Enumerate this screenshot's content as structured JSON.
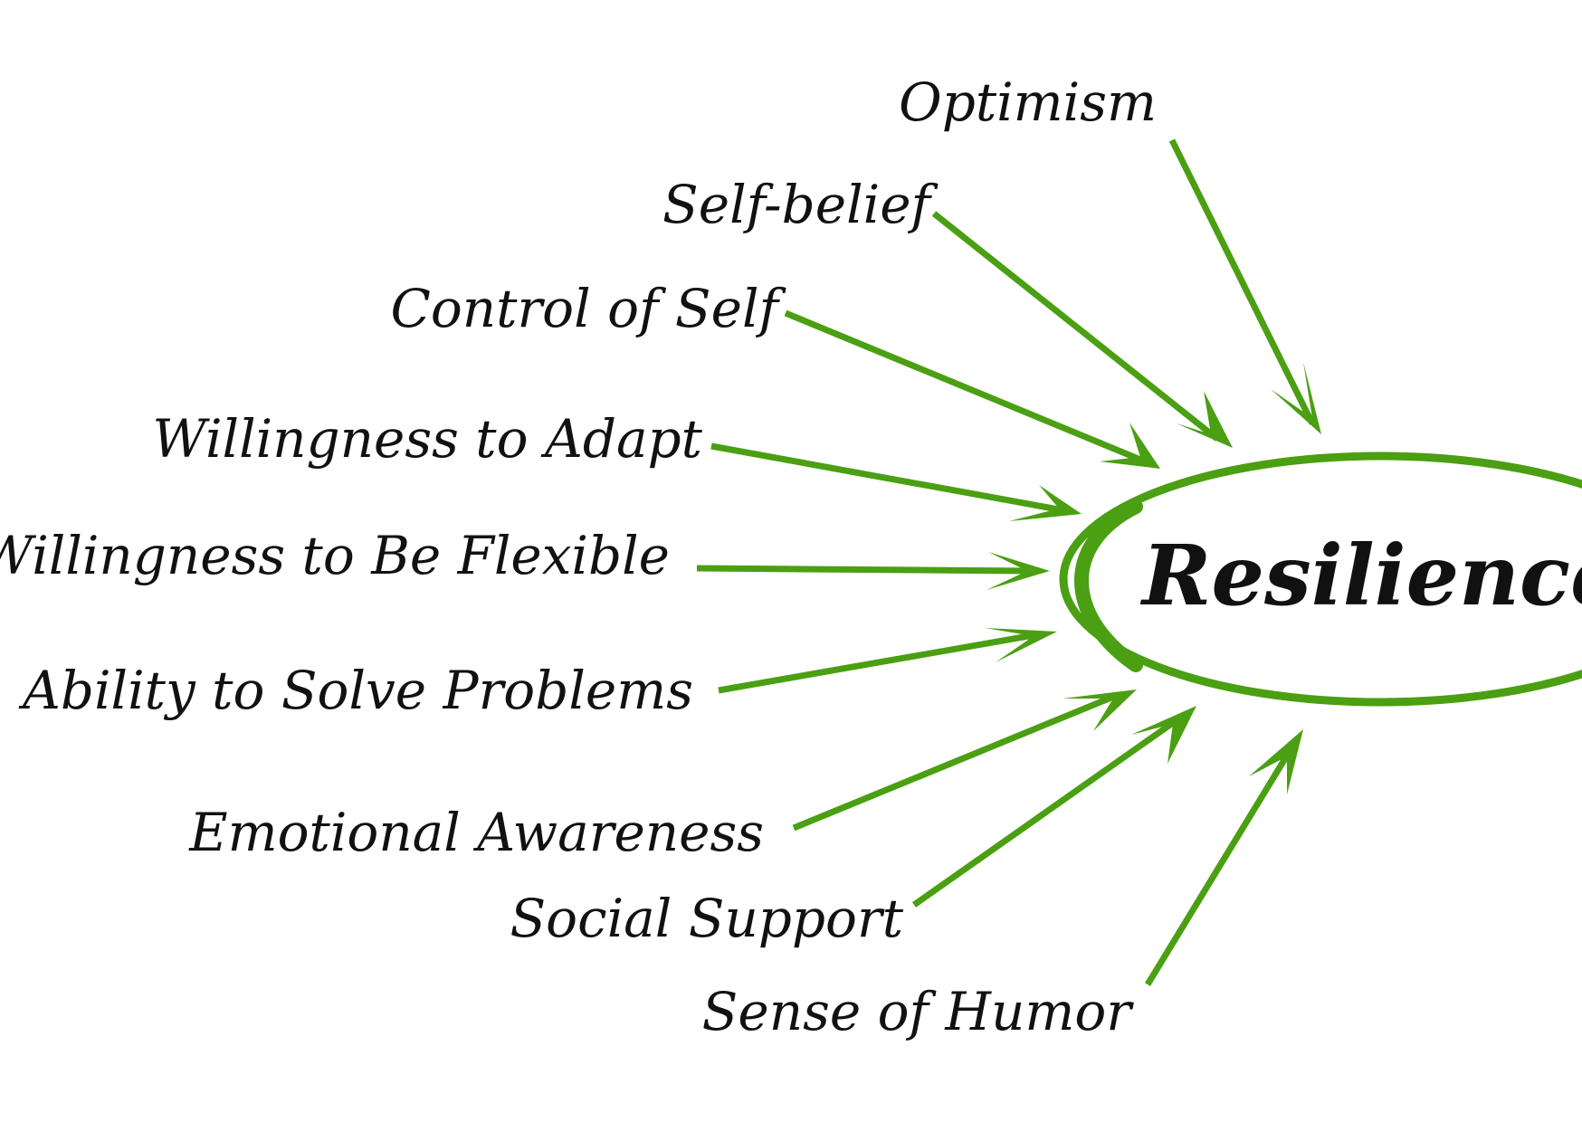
{
  "diagram": {
    "center": {
      "label": "Resilience"
    },
    "factors": [
      {
        "label": "Optimism"
      },
      {
        "label": "Self-belief"
      },
      {
        "label": "Control of Self"
      },
      {
        "label": "Willingness to Adapt"
      },
      {
        "label": "Willingness to Be Flexible"
      },
      {
        "label": "Ability to Solve Problems"
      },
      {
        "label": "Emotional Awareness"
      },
      {
        "label": "Social Support"
      },
      {
        "label": "Sense of Humor"
      }
    ],
    "colors": {
      "arrow": "#4a9f12",
      "ellipse": "#4a9f12",
      "text": "#111111",
      "background": "#ffffff"
    }
  }
}
